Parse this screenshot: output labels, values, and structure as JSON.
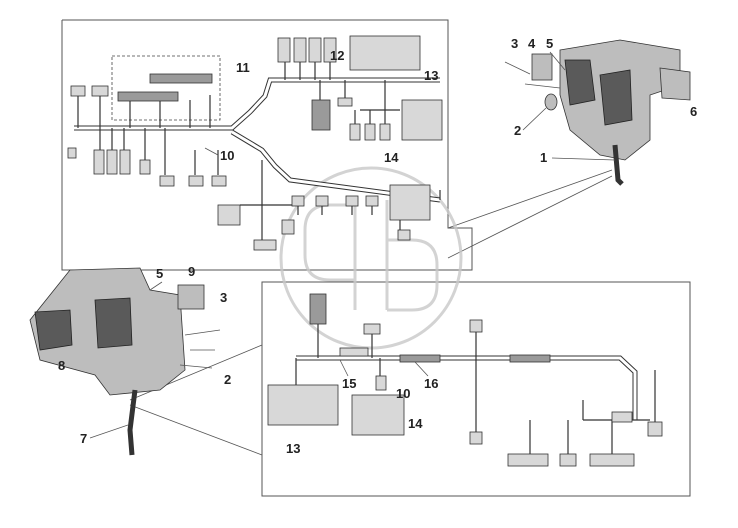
{
  "callouts": {
    "c1": "1",
    "c2": "2",
    "c3": "3",
    "c4": "4",
    "c5": "5",
    "c6": "6",
    "c7": "7",
    "c8": "8",
    "c9": "9",
    "c10": "10",
    "c11": "11",
    "c12": "12",
    "c13": "13",
    "c14": "14",
    "c15": "15",
    "c16": "16"
  },
  "lower_callouts": {
    "c2": "2",
    "c3": "3",
    "c5": "5",
    "c10": "10",
    "c13": "13",
    "c14": "14"
  },
  "upper_callouts": {
    "c10": "10",
    "c13": "13",
    "c14": "14"
  },
  "watermark": "stylized-cp-logo"
}
